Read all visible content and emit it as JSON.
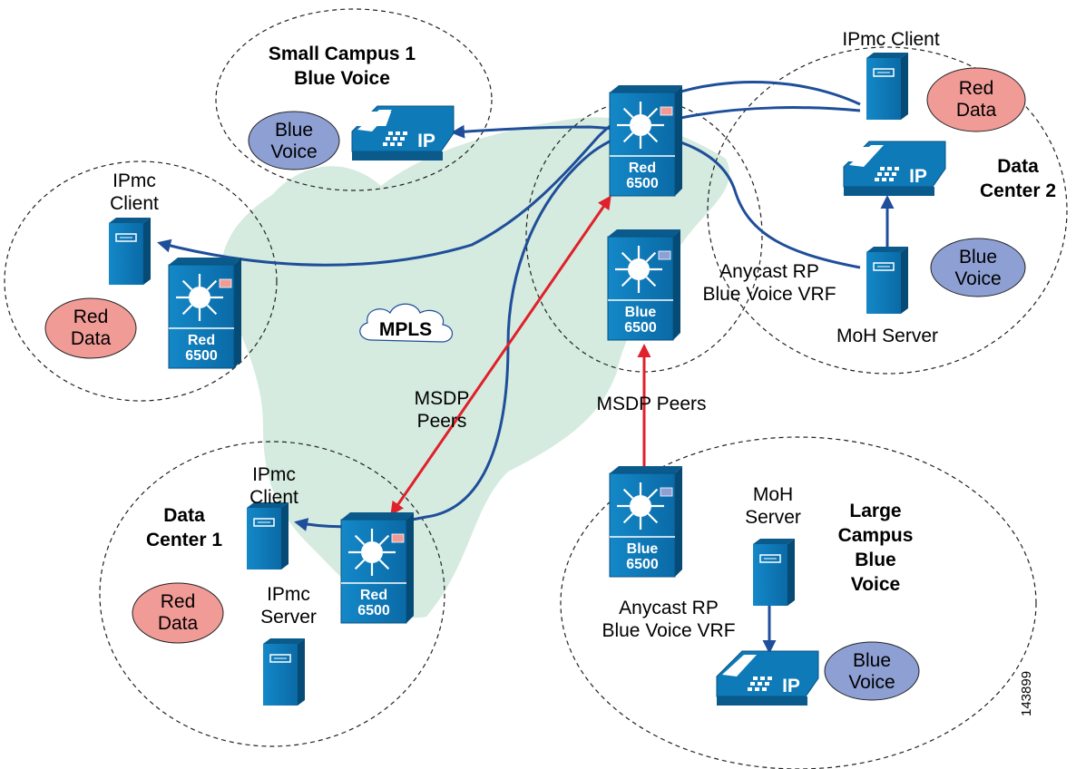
{
  "colors": {
    "device_fill": "#0e7ab8",
    "device_dark": "#0a5a8c",
    "link_blue": "#1f4e9a",
    "msdp_red": "#e0202a",
    "mpls_cloud": "#d5ebdf",
    "red_ellipse": "#f19b97",
    "blue_ellipse": "#8d9fd3"
  },
  "regions": {
    "small_campus": "Small Campus 1\nBlue Voice",
    "data_center_2": "Data\nCenter 2",
    "data_center_1": "Data\nCenter 1",
    "large_campus": "Large\nCampus\nBlue\nVoice",
    "mpls": "MPLS"
  },
  "ellipses": {
    "sc_blue_voice": "Blue\nVoice",
    "dc2_red_data": "Red\nData",
    "dc2_blue_voice": "Blue\nVoice",
    "left_red_data": "Red\nData",
    "dc1_red_data": "Red\nData",
    "lc_blue_voice": "Blue\nVoice"
  },
  "labels": {
    "dc2_ipmc_client": "IPmc Client",
    "left_ipmc_client": "IPmc\nClient",
    "dc1_ipmc_client": "IPmc\nClient",
    "dc1_ipmc_server": "IPmc\nServer",
    "dc2_moh_server": "MoH Server",
    "lc_moh_server": "MoH\nServer",
    "dc2_anycast": "Anycast RP\nBlue Voice VRF",
    "lc_anycast": "Anycast RP\nBlue Voice VRF",
    "msdp_left": "MSDP\nPeers",
    "msdp_right": "MSDP Peers",
    "figure_id": "143899"
  },
  "switches": {
    "dc2_red": "Red\n6500",
    "dc2_blue": "Blue\n6500",
    "left_red": "Red\n6500",
    "dc1_red": "Red\n6500",
    "lc_blue": "Blue\n6500"
  },
  "phones": {
    "sc_phone": "IP",
    "dc2_phone": "IP",
    "lc_phone": "IP"
  }
}
